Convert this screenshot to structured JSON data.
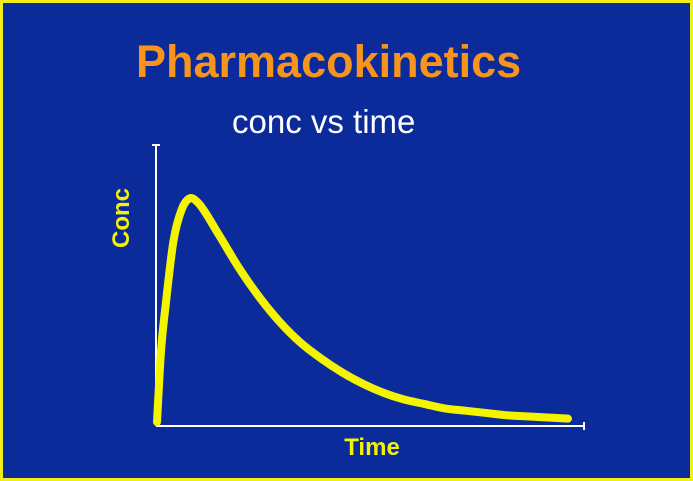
{
  "colors": {
    "background": "#0c2b9a",
    "border": "#f4ee18",
    "title": "#f7941d",
    "subtitle": "#ffffff",
    "curve": "#f4f400",
    "axis": "#ffffff",
    "axis_label": "#f4f400"
  },
  "chart_data": {
    "type": "line",
    "title": "Pharmacokinetics",
    "subtitle": "conc vs time",
    "xlabel": "Time",
    "ylabel": "Conc",
    "xlim": [
      0,
      1
    ],
    "ylim": [
      0,
      1
    ],
    "grid": false,
    "series": [
      {
        "x": [
          0,
          0.01,
          0.02,
          0.04,
          0.06,
          0.08,
          0.1,
          0.12,
          0.14,
          0.16,
          0.2,
          0.25,
          0.3,
          0.35,
          0.4,
          0.45,
          0.5,
          0.55,
          0.6,
          0.65,
          0.7,
          0.75,
          0.8,
          0.85,
          0.9,
          0.95,
          1.0
        ],
        "y": [
          0,
          0.32,
          0.5,
          0.8,
          0.94,
          0.99,
          0.97,
          0.92,
          0.86,
          0.8,
          0.68,
          0.55,
          0.44,
          0.35,
          0.28,
          0.22,
          0.17,
          0.13,
          0.1,
          0.08,
          0.06,
          0.05,
          0.04,
          0.03,
          0.025,
          0.02,
          0.015
        ]
      }
    ]
  }
}
